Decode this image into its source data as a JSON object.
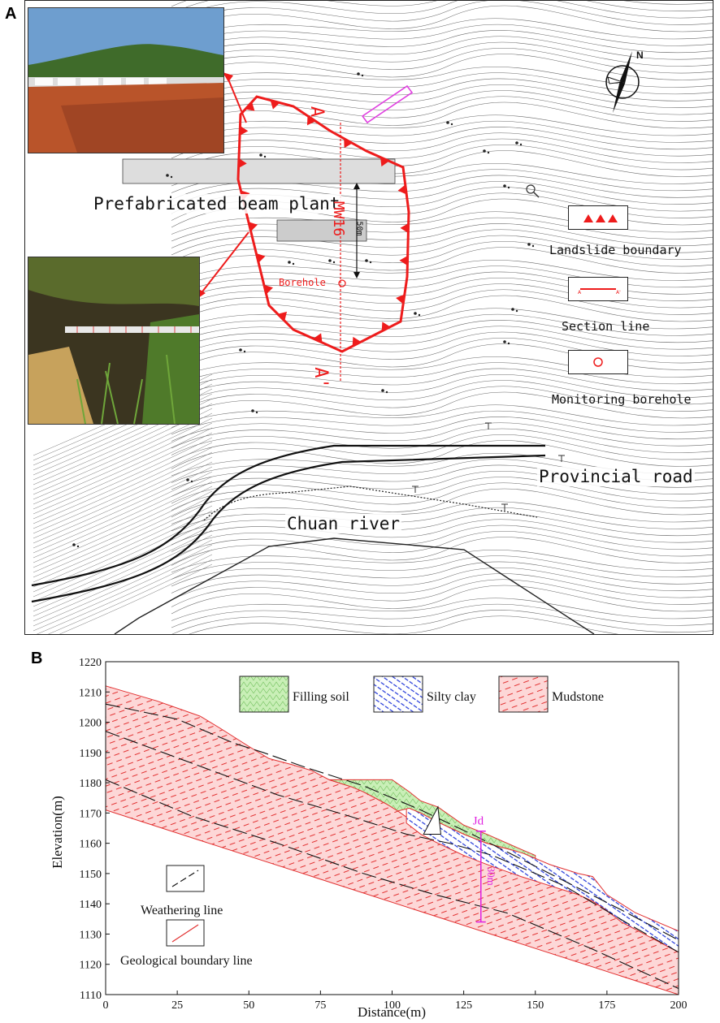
{
  "panel_a": {
    "letter": "A",
    "labels": {
      "plant": "Prefabricated beam plant",
      "road": "Provincial road",
      "river": "Chuan river",
      "borehole": "Borehole",
      "borehole_id": "MW16",
      "section_start": "A",
      "section_end": "A'",
      "distance": "50m",
      "north": "N"
    },
    "legend": [
      {
        "symbol": "triangles",
        "label": "Landslide boundary"
      },
      {
        "symbol": "section-line",
        "label": "Section line"
      },
      {
        "symbol": "circle",
        "label": "Monitoring borehole"
      }
    ],
    "colors": {
      "boundary": "#ee1c1c",
      "contour": "#555555",
      "plant_rect": "#e040e0"
    }
  },
  "panel_b": {
    "letter": "B",
    "legend_top": [
      {
        "name": "Filling soil",
        "color": "#c9efb7",
        "pattern": "#6fbf5a"
      },
      {
        "name": "Silty clay",
        "color": "#ffffff",
        "pattern": "#1f35d8"
      },
      {
        "name": "Mudstone",
        "color": "#fdd7d7",
        "pattern": "#e23131"
      }
    ],
    "legend_bottom": [
      {
        "name": "Weathering line"
      },
      {
        "name": "Geological boundary line"
      }
    ],
    "annotation": {
      "label": "Jd",
      "depth": "30m",
      "color": "#e020e0"
    }
  },
  "chart_data": {
    "type": "area",
    "title": "",
    "xlabel": "Distance(m)",
    "ylabel": "Elevation(m)",
    "xlim": [
      0,
      200
    ],
    "ylim": [
      1110,
      1220
    ],
    "xticks": [
      0,
      25,
      50,
      75,
      100,
      125,
      150,
      175,
      200
    ],
    "yticks": [
      1110,
      1120,
      1130,
      1140,
      1150,
      1160,
      1170,
      1180,
      1190,
      1200,
      1210,
      1220
    ],
    "series": [
      {
        "name": "Mudstone",
        "x": [
          0,
          18,
          30,
          33,
          40,
          50,
          57,
          65,
          72,
          78,
          88,
          100,
          106,
          110,
          116,
          125,
          133,
          145,
          165,
          172,
          180,
          190,
          200
        ],
        "y": [
          1212,
          1207,
          1203,
          1202,
          1198,
          1192,
          1188,
          1186,
          1184,
          1181,
          1178,
          1172,
          1168,
          1165,
          1162,
          1158,
          1155,
          1151,
          1145,
          1142,
          1136,
          1131,
          1126
        ]
      },
      {
        "name": "Silty clay",
        "x": [
          105,
          110,
          116,
          125,
          133,
          145,
          155,
          165,
          170,
          175,
          185,
          200
        ],
        "y": [
          1172,
          1170,
          1167,
          1163,
          1160,
          1157,
          1153,
          1150,
          1149,
          1143,
          1137,
          1131
        ]
      },
      {
        "name": "Filling soil",
        "x": [
          78,
          100,
          106,
          110,
          116,
          125,
          133,
          145,
          150
        ],
        "y": [
          1181,
          1181,
          1177,
          1174,
          1172,
          1166,
          1163,
          1158,
          1156
        ]
      }
    ],
    "weathering_lines": [
      {
        "x": [
          0,
          25,
          45,
          55,
          70,
          90,
          110,
          130,
          155,
          180,
          200
        ],
        "y": [
          1206,
          1201,
          1193,
          1190,
          1185,
          1179,
          1171,
          1162,
          1150,
          1138,
          1128
        ]
      },
      {
        "x": [
          0,
          20,
          40,
          60,
          85,
          105,
          120,
          135,
          160,
          185,
          200
        ],
        "y": [
          1197,
          1190,
          1183,
          1176,
          1169,
          1163,
          1160,
          1156,
          1146,
          1132,
          1124
        ]
      },
      {
        "x": [
          0,
          30,
          60,
          90,
          115,
          140,
          170,
          200
        ],
        "y": [
          1181,
          1169,
          1160,
          1150,
          1143,
          1137,
          1125,
          1112
        ]
      }
    ],
    "annotation": {
      "label": "Jd",
      "x": 131,
      "y_top": 1164,
      "y_bottom": 1134
    }
  }
}
